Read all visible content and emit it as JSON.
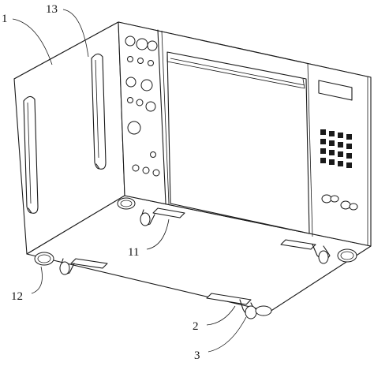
{
  "labels": {
    "housing": "1",
    "support_plate": "2",
    "caster_wheel": "3",
    "rear_caster": "11",
    "front_foot": "12",
    "side_handle": "13"
  },
  "colors": {
    "line": "#1a1a1a",
    "background": "#ffffff"
  }
}
